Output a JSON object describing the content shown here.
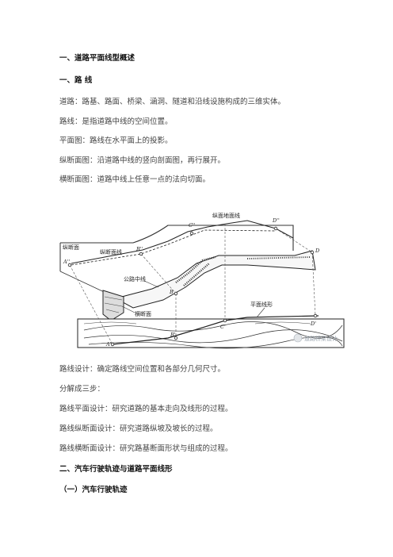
{
  "headings": {
    "h1": "一、道路平面线型概述",
    "h2": "一、路  线",
    "h3": "二、汽车行驶轨迹与道路平面线形",
    "h4": "（一）汽车行驶轨迹"
  },
  "paragraphs": {
    "p1": "道路：路基、路面、桥梁、涵洞、隧道和沿线设施构成的三维实体。",
    "p2": "路线：是指道路中线的空间位置。",
    "p3": "平面图：路线在水平面上的投影。",
    "p4": "纵断面图：沿道路中线的竖向剖面图，再行展开。",
    "p5": "横断面图：道路中线上任意一点的法向切面。",
    "p6": "路线设计：确定路线空间位置和各部分几何尺寸。",
    "p7": "分解成三步：",
    "p8": "路线平面设计：研究道路的基本走向及线形的过程。",
    "p9": "路线纵断面设计：研究道路纵坡及坡长的过程。",
    "p10": "路线横断面设计：研究路基断面形状与组成的过程。"
  },
  "figure": {
    "labels": {
      "zongduanmian": "纵断面",
      "zongduanmianxian": "纵断面线",
      "zongmiandimianxian": "纵面地面线",
      "gonglu_zhongxian": "公路中线",
      "hengduanmian": "横断面",
      "pingmianxianxing": "平面线形"
    },
    "points": {
      "A_top": "A''",
      "B_top": "B''",
      "C_top": "C''",
      "D_top": "D''",
      "B_mid": "B",
      "D_mid": "D",
      "A_low": "A'",
      "B_low": "B'",
      "C_low": "C'",
      "D_low": "D'"
    },
    "watermark": "道路桥梁设计"
  }
}
